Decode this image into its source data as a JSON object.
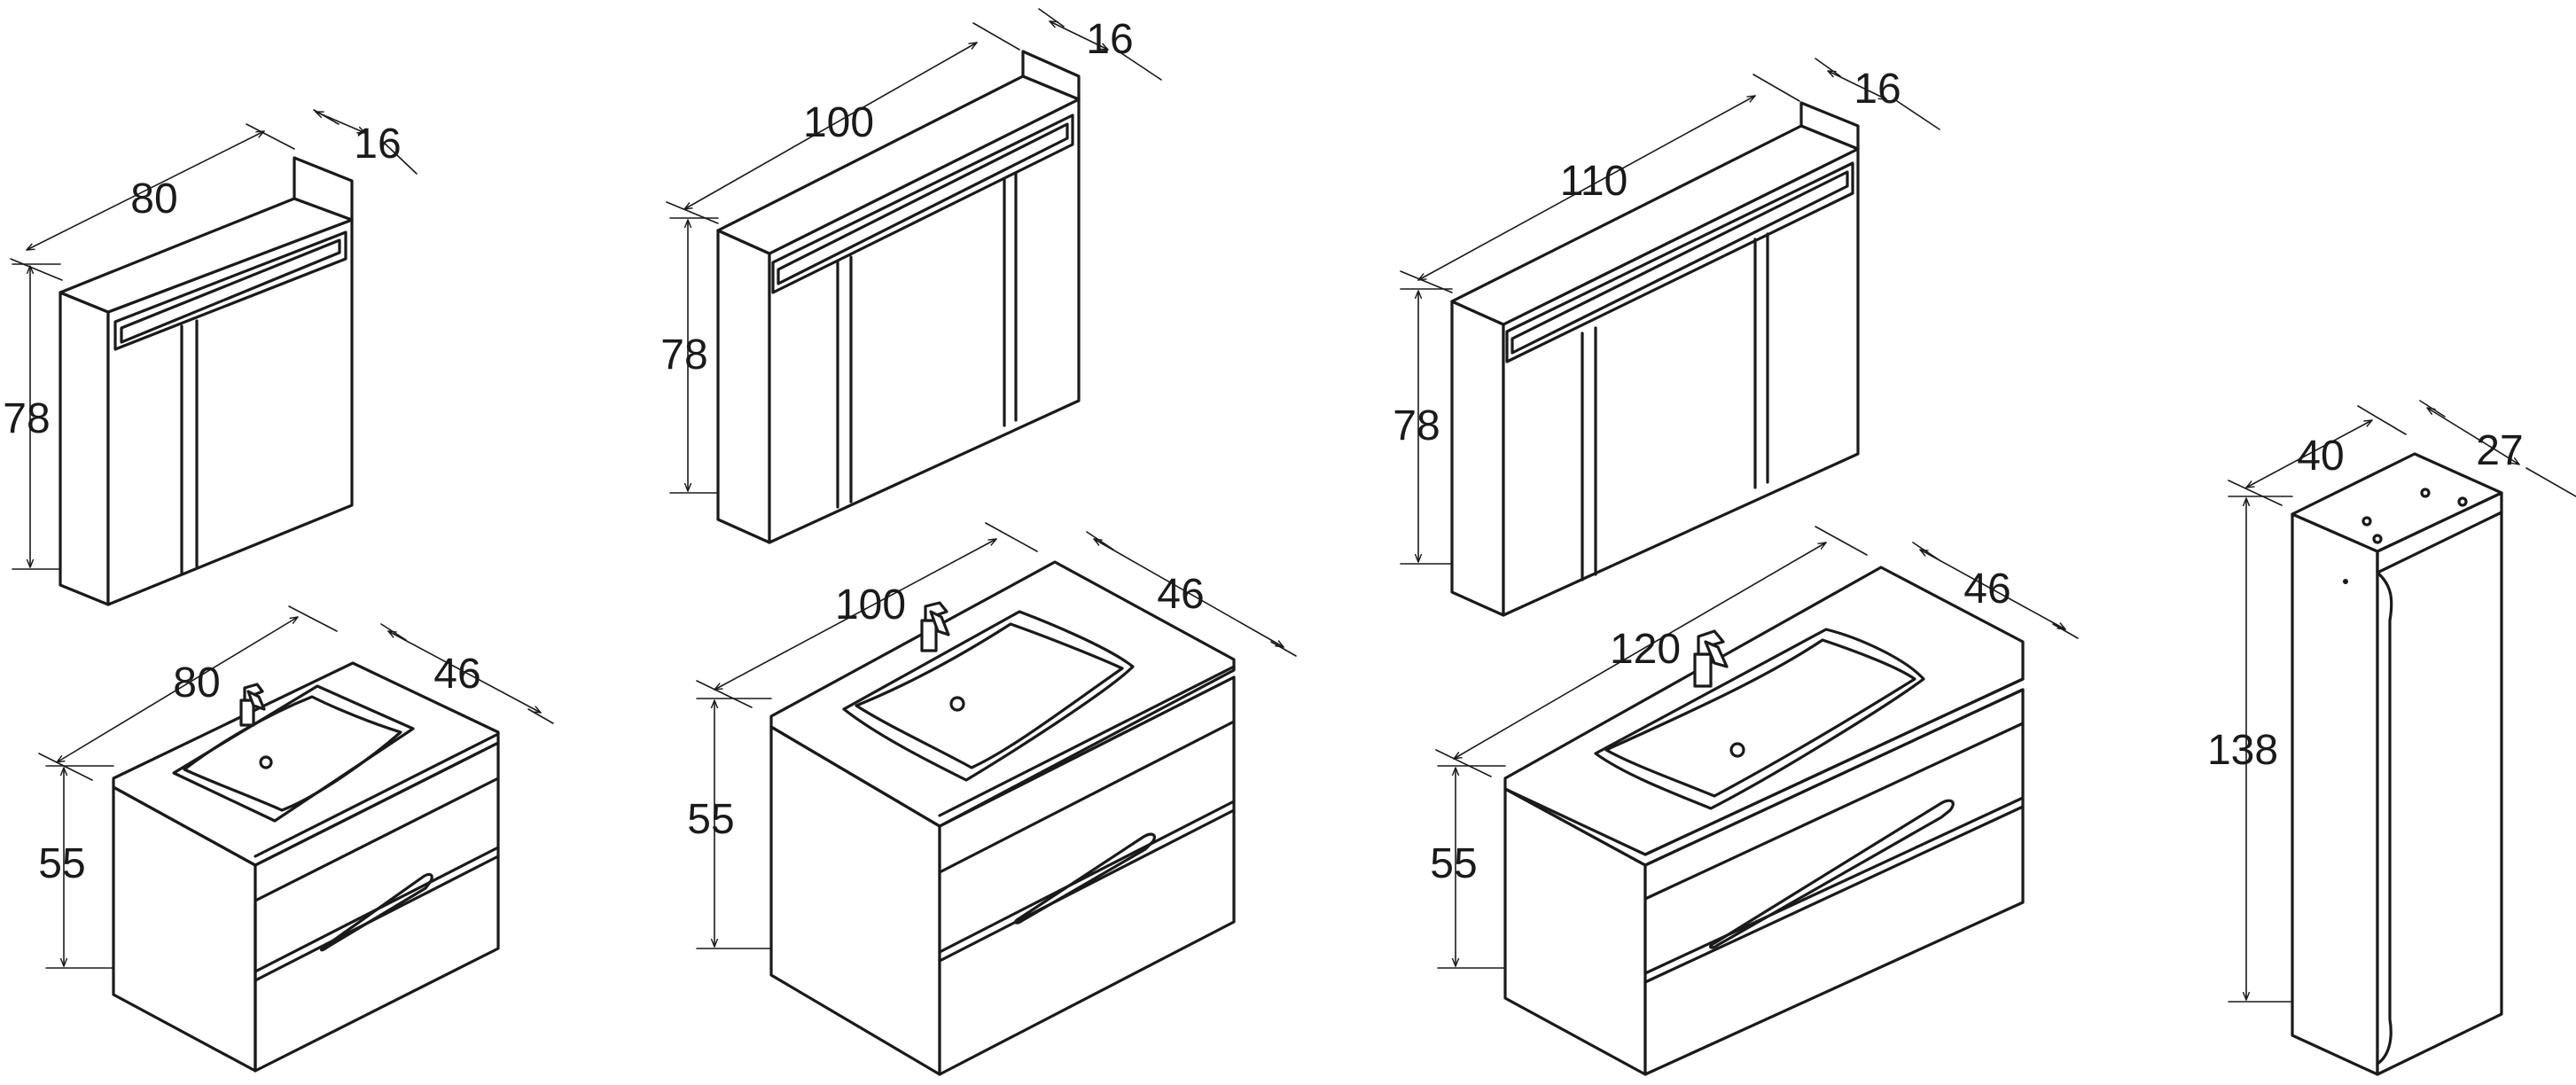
{
  "dimensions": {
    "mirror_cabinet_80": {
      "width": "80",
      "depth": "16",
      "height": "78"
    },
    "mirror_cabinet_100": {
      "width": "100",
      "depth": "16",
      "height": "78"
    },
    "mirror_cabinet_110": {
      "width": "110",
      "depth": "16",
      "height": "78"
    },
    "vanity_80": {
      "width": "80",
      "depth": "46",
      "height": "55"
    },
    "vanity_100": {
      "width": "100",
      "depth": "46",
      "height": "55"
    },
    "vanity_120": {
      "width": "120",
      "depth": "46",
      "height": "55"
    },
    "tall_cabinet": {
      "width": "40",
      "depth": "27",
      "height": "138"
    }
  }
}
